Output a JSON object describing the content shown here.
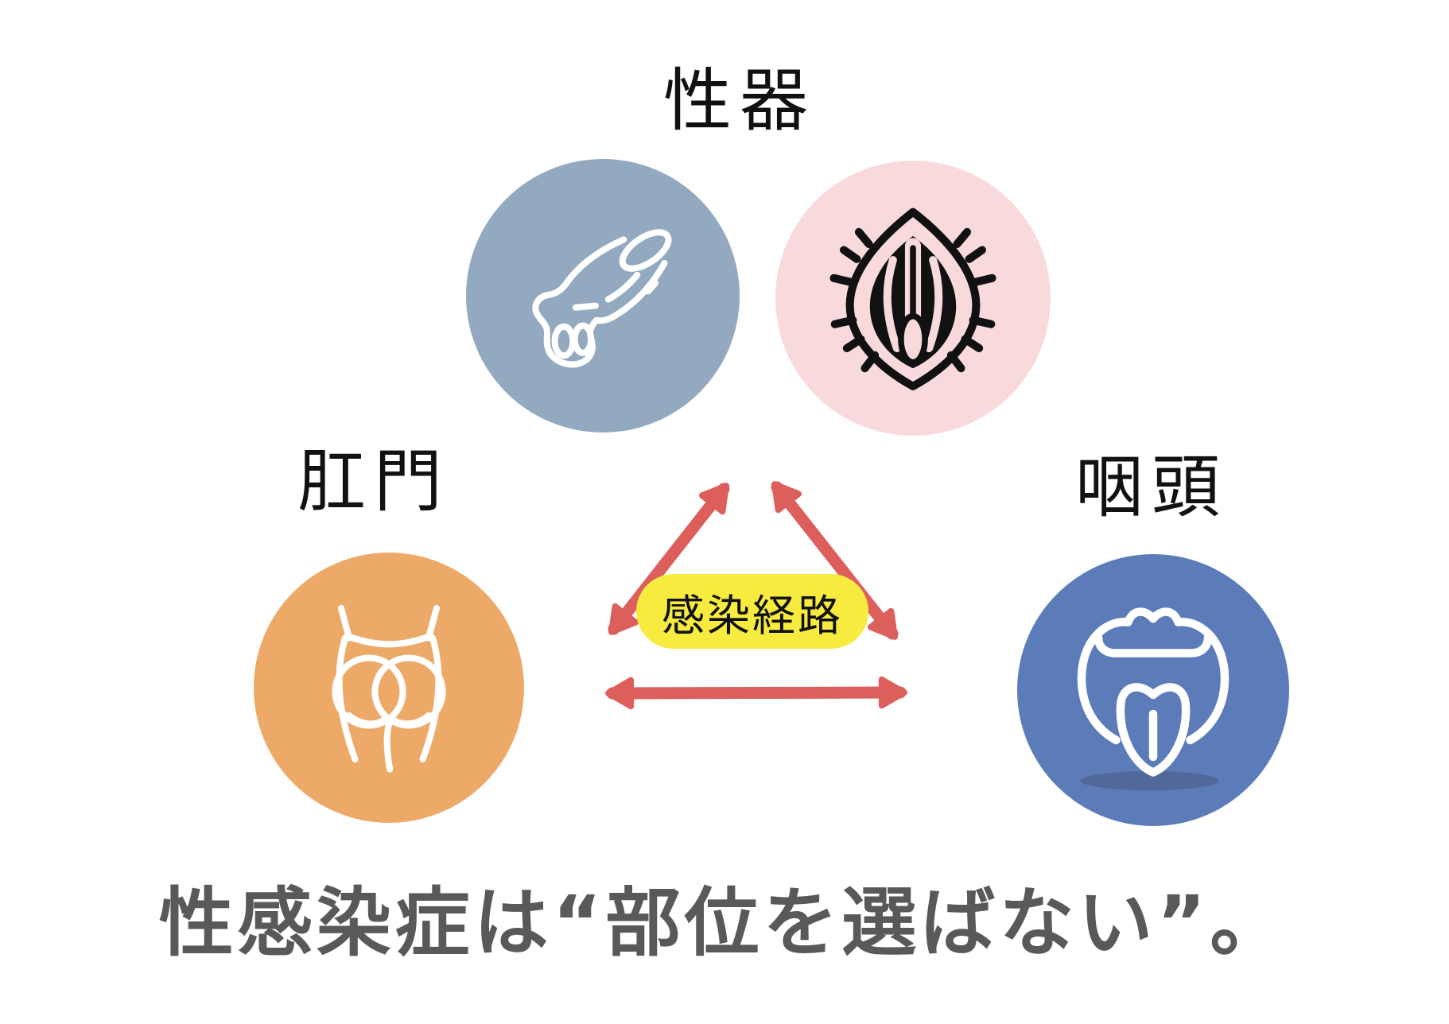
{
  "diagram": {
    "site_labels": {
      "genital": "性器",
      "anal": "肛門",
      "pharyngeal": "咽頭"
    },
    "center_badge_label": "感染経路",
    "headline": "性感染症は“部位を選ばない”。",
    "icons": {
      "penis": "penis-icon",
      "vulva": "vulva-icon",
      "buttocks": "buttocks-icon",
      "tongue": "tongue-icon",
      "arrows": "two-way-arrow-triangle"
    },
    "colors": {
      "background": "#FFFFFF",
      "penis_circle": "#92A9BF",
      "vulva_circle": "#F8D9DC",
      "anus_circle": "#EDA968",
      "pharynx_circle": "#5B7CB8",
      "pharynx_shadow": "#52689A",
      "arrow": "#DC5F5C",
      "badge_bg": "#F6EB3E",
      "badge_text": "#111111",
      "label_text": "#111111",
      "headline_text": "#595959",
      "icon_stroke_light": "#FFFFFF",
      "icon_stroke_dark": "#111111"
    }
  }
}
